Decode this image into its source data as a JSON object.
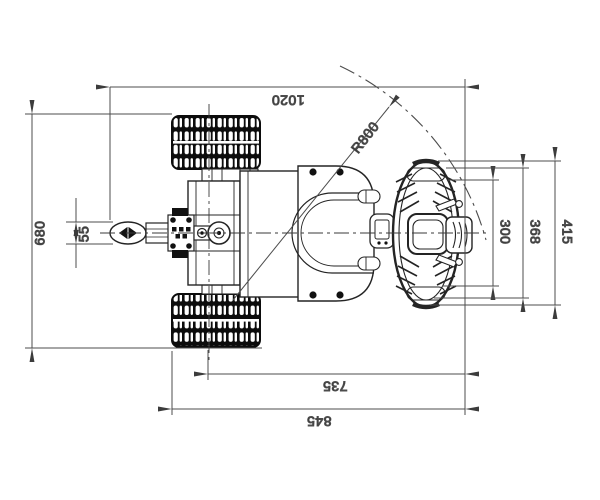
{
  "drawing": {
    "dimensions": {
      "total_length": "1020",
      "turning_radius": "R800",
      "overall_track_width": "680",
      "hitch_width": "55",
      "grip_span": "300",
      "handlebar_inner_span": "368",
      "handlebar_overall_span": "415",
      "axle_to_handle_length": "735",
      "wheel_rear_to_handle_length": "845"
    }
  }
}
